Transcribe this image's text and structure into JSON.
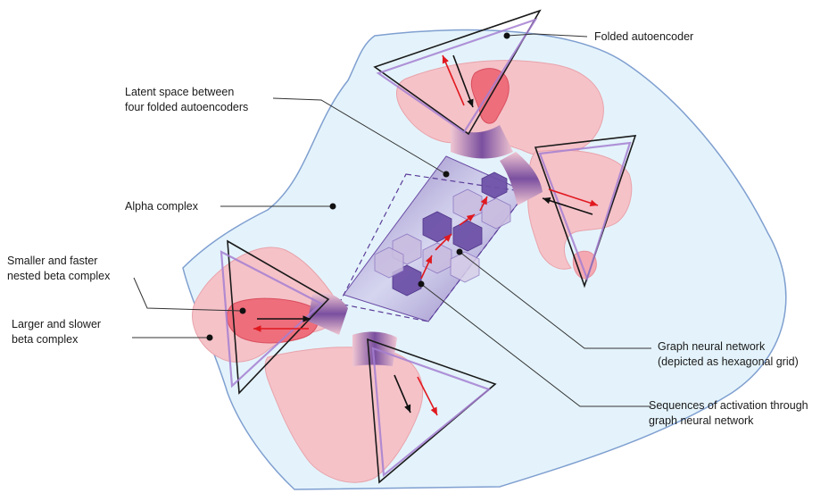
{
  "title_fragment": "",
  "labels": {
    "folded_autoencoder": "Folded autoencoder",
    "latent_space": "Latent space between\nfour folded autoencoders",
    "alpha_complex": "Alpha complex",
    "smaller_beta": "Smaller and faster\nnested beta complex",
    "larger_beta": "Larger and slower\nbeta complex",
    "gnn": "Graph neural network\n(depicted as hexagonal grid)",
    "activation": "Sequences of activation through\ngraph neural network"
  },
  "colors": {
    "alpha_fill": "#e4f3fb",
    "alpha_stroke": "#7f9fd0",
    "beta_fill": "#f5c2c8",
    "beta_stroke": "#e8a3ab",
    "nested_beta_fill": "#ee6e7c",
    "tube": "#a18ac7",
    "tube_dark": "#5b3c99",
    "hex_light": "#c9bde0",
    "hex_dark": "#6e52a8",
    "arrow_red": "#e0191f",
    "arrow_black": "#111111",
    "triangle_purple": "#a47fd1"
  }
}
